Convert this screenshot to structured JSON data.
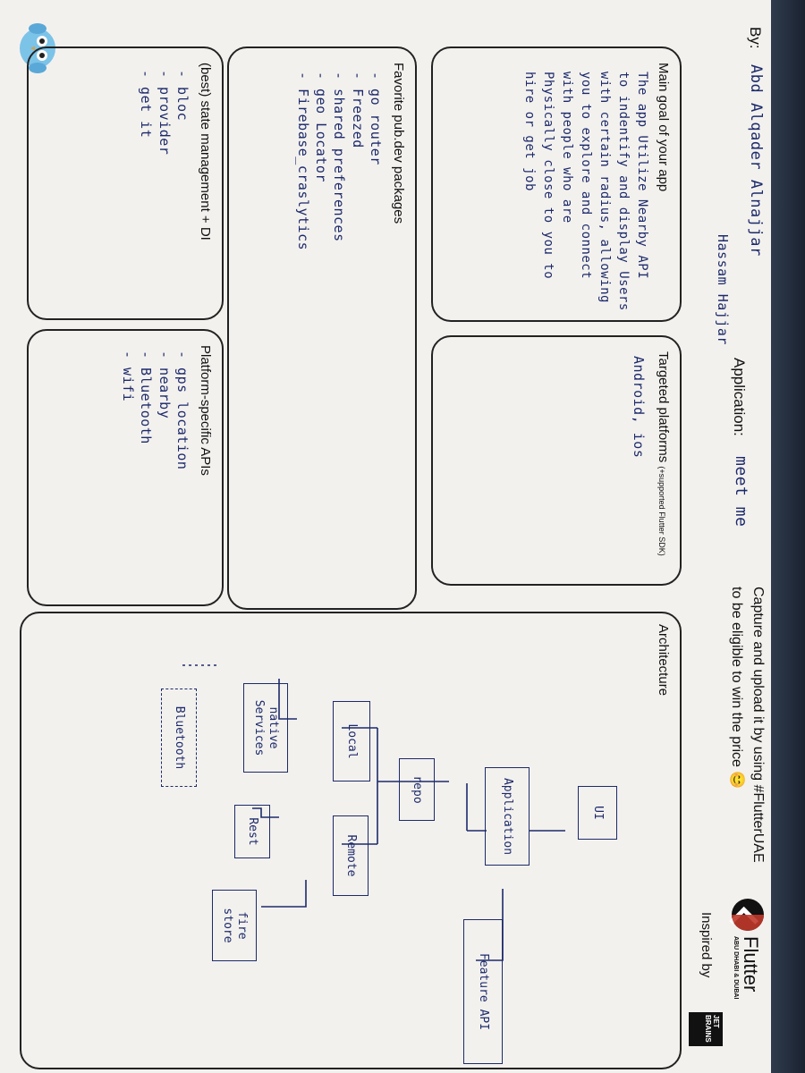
{
  "header": {
    "by_label": "By:",
    "author1": "Abd Alqader Alnajjar",
    "author2": "Hassam Hajjar",
    "application_label": "Application:",
    "application_value": "meet me",
    "capture_text": "Capture and upload it by using #FlutterUAE",
    "eligible_text": "to be eligible to win the price 😊",
    "inspired_by": "Inspired by",
    "flutter_name": "Flutter",
    "flutter_sub": "ABU DHABI & DUBAI",
    "jetbrains": "JET BRAINS"
  },
  "sections": {
    "main_goal": {
      "title": "Main goal of your app",
      "text": "The app Utilize Nearby API\nto indentify and display Users\nwith certain radius, allowing\nyou to explore and connect\nwith people who are\nPhysically close to you to\nhire or get job"
    },
    "targeted": {
      "title": "Targeted platforms",
      "title_small": "(+supported Flutter SDK)",
      "text": "Android, ios"
    },
    "architecture": {
      "title": "Architecture"
    },
    "packages": {
      "title": "Favorite pub.dev packages",
      "items": [
        "- go router",
        "- Freezed",
        "- shared preferences",
        "- geo Locator",
        "- Firebase_craslytics"
      ]
    },
    "platform_apis": {
      "title": "Platform-specific APIs",
      "items": [
        "- gps location",
        "- nearby",
        "- Bluetooth",
        "- wifi"
      ]
    },
    "state_mgmt": {
      "title": "(best) state management + DI",
      "items": [
        "- bloc",
        "- provider",
        "- get it"
      ]
    }
  },
  "diagram": {
    "ui": "UI",
    "application": "Application",
    "feature_api": "Feature API",
    "repo": "repo",
    "local": "Local",
    "remote": "Remote",
    "native_services": "native\nServices",
    "rest": "Rest",
    "fire_store": "fire\nstore",
    "bluetooth": "Bluetooth"
  }
}
